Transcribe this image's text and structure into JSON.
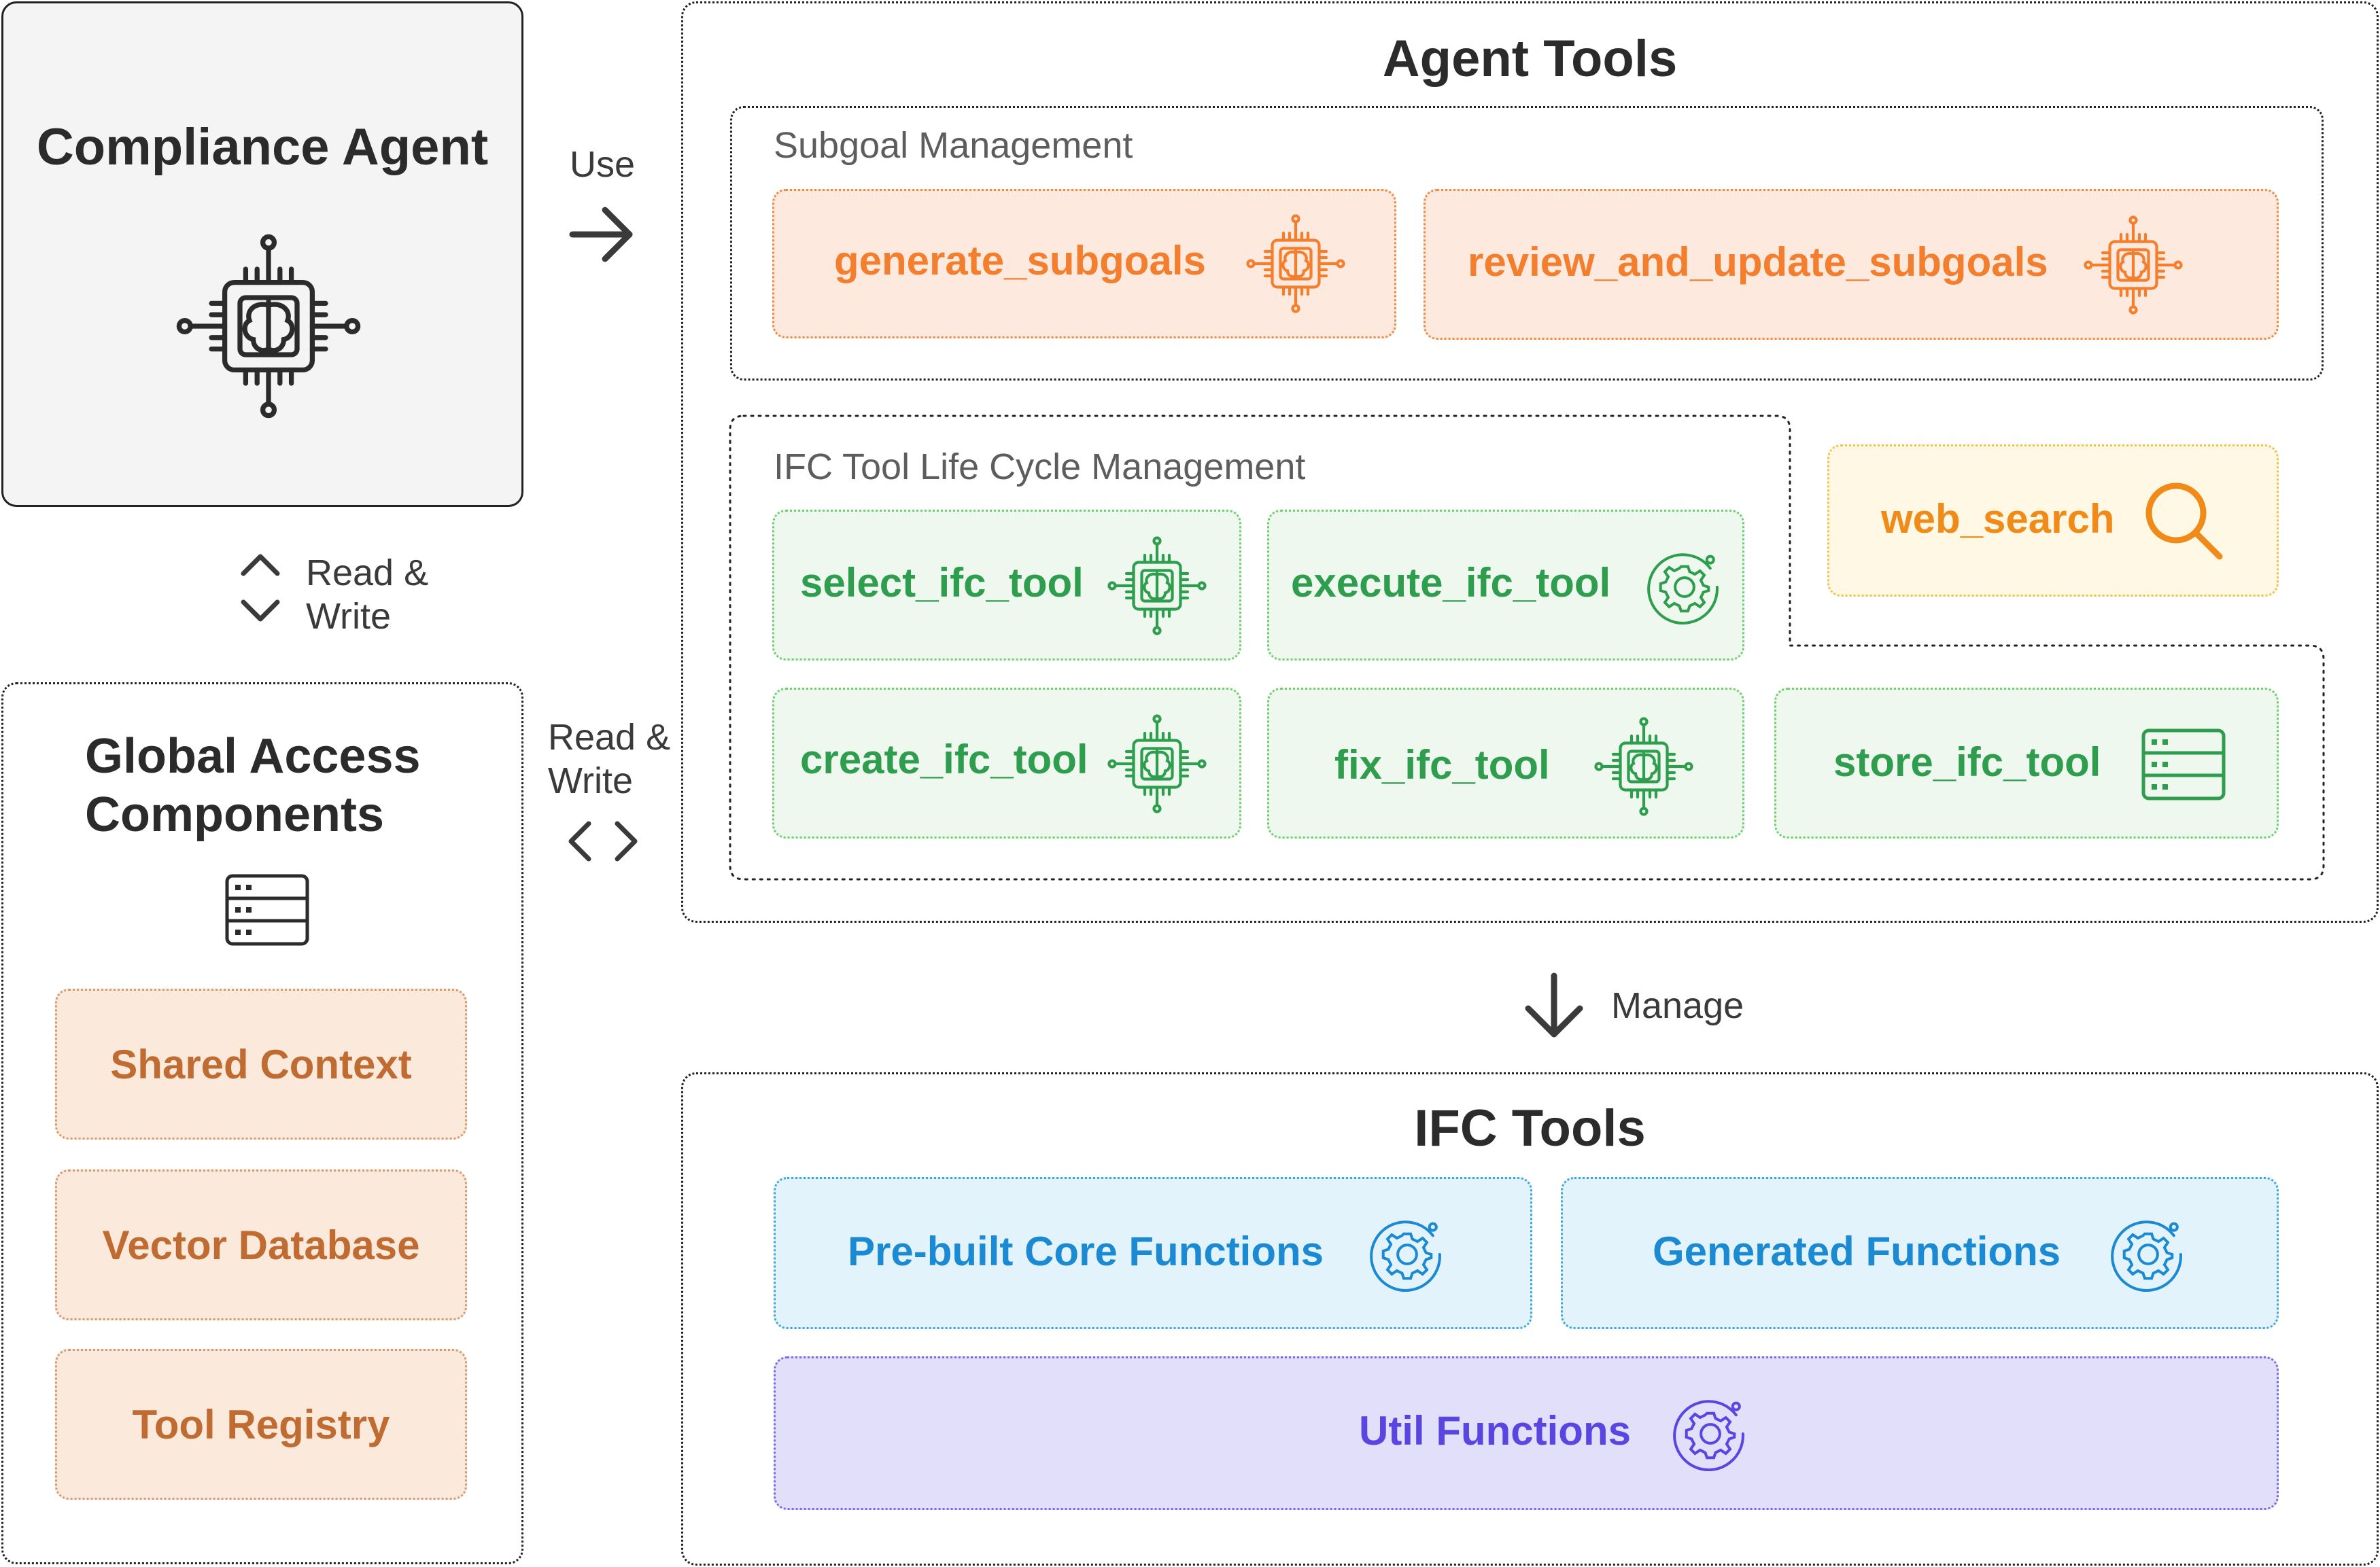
{
  "compliance_agent": {
    "title": "Compliance Agent",
    "icon": "ai-chip-icon"
  },
  "edges": {
    "use": "Use",
    "read_write_vertical": [
      "Read &",
      "Write"
    ],
    "read_write_horizontal": [
      "Read &",
      "Write"
    ],
    "manage": "Manage"
  },
  "global_access": {
    "title_lines": [
      "Global Access",
      "Components"
    ],
    "icon": "database-icon",
    "items": [
      "Shared Context",
      "Vector Database",
      "Tool Registry"
    ]
  },
  "agent_tools": {
    "title": "Agent Tools",
    "subgoal_management": {
      "label": "Subgoal Management",
      "tools": [
        {
          "name": "generate_subgoals",
          "icon": "ai-chip-icon"
        },
        {
          "name": "review_and_update_subgoals",
          "icon": "ai-chip-icon"
        }
      ]
    },
    "ifc_lifecycle": {
      "label": "IFC Tool Life Cycle Management",
      "tools": [
        {
          "name": "select_ifc_tool",
          "icon": "ai-chip-icon"
        },
        {
          "name": "execute_ifc_tool",
          "icon": "gear-icon"
        },
        {
          "name": "create_ifc_tool",
          "icon": "ai-chip-icon"
        },
        {
          "name": "fix_ifc_tool",
          "icon": "ai-chip-icon"
        },
        {
          "name": "store_ifc_tool",
          "icon": "database-icon"
        }
      ]
    },
    "web_search": {
      "name": "web_search",
      "icon": "search-icon"
    }
  },
  "ifc_tools": {
    "title": "IFC Tools",
    "items": [
      {
        "name": "Pre-built Core Functions",
        "icon": "gear-icon"
      },
      {
        "name": "Generated Functions",
        "icon": "gear-icon"
      },
      {
        "name": "Util Functions",
        "icon": "gear-icon"
      }
    ]
  },
  "colors": {
    "orange": "#f37f2e",
    "yellow": "#f08a18",
    "green": "#2f9d4e",
    "tan": "#c06b31",
    "blue": "#1b8ad3",
    "purple": "#5a45e0"
  }
}
